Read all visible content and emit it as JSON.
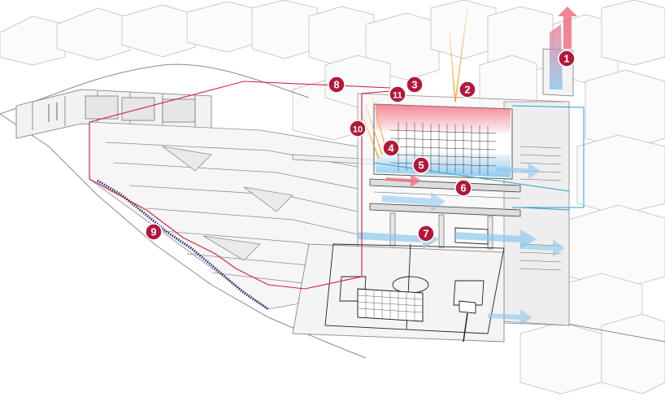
{
  "diagram": {
    "colors": {
      "marker_fill": "#b3173a",
      "marker_stroke": "#ffffff",
      "marker_text": "#ffffff",
      "red_route": "#d0213f",
      "cyan_route": "#2a9fd0",
      "warm_air": "#f07080",
      "cool_air": "#8cc8ee",
      "solar_ray": "#f3a41b",
      "stair_navy": "#1f2a6b",
      "linework": "#9a9a9a",
      "building_fill": "#f4f4f4"
    },
    "markers": [
      {
        "id": "1",
        "label": "1"
      },
      {
        "id": "2",
        "label": "2"
      },
      {
        "id": "3",
        "label": "3"
      },
      {
        "id": "4",
        "label": "4"
      },
      {
        "id": "5",
        "label": "5"
      },
      {
        "id": "6",
        "label": "6"
      },
      {
        "id": "7",
        "label": "7"
      },
      {
        "id": "8",
        "label": "8"
      },
      {
        "id": "9",
        "label": "9"
      },
      {
        "id": "10",
        "label": "10"
      },
      {
        "id": "11",
        "label": "11"
      }
    ]
  }
}
